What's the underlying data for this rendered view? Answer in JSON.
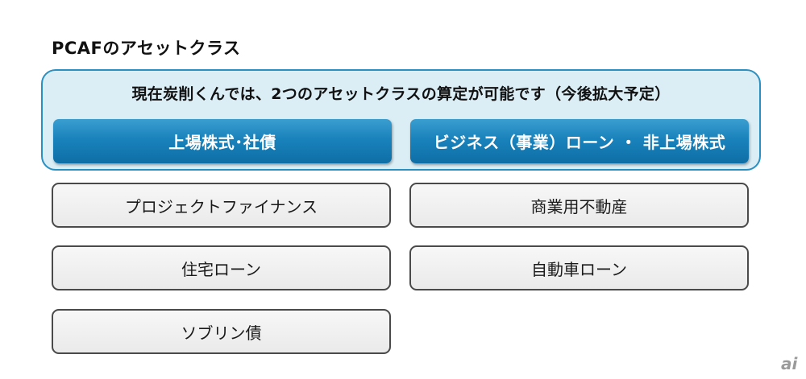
{
  "title": "PCAFのアセットクラス",
  "panel": {
    "heading": "現在炭削くんでは、2つのアセットクラスの算定が可能です（今後拡大予定）",
    "buttons": [
      "上場株式･社債",
      "ビジネス（事業）ローン ・ 非上場株式"
    ]
  },
  "other_classes": [
    "プロジェクトファイナンス",
    "商業用不動産",
    "住宅ローン",
    "自動車ローン",
    "ソブリン債"
  ],
  "watermark": "ai",
  "colors": {
    "panel_fill": "#dbeef6",
    "panel_border": "#2a8fc1",
    "button_blue": "#1a82bb",
    "box_border": "#4a4a4a"
  }
}
